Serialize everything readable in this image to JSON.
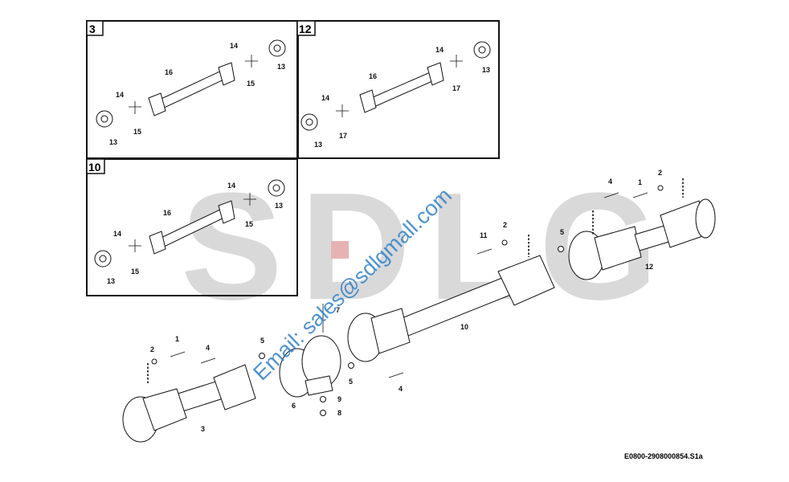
{
  "watermark": {
    "logo": "SDLG",
    "email": "Email: sales@sdlgmall.com"
  },
  "panels": [
    {
      "id": "panel-3",
      "number": "3",
      "labels": [
        "14",
        "16",
        "15",
        "13",
        "14",
        "15",
        "13"
      ]
    },
    {
      "id": "panel-12",
      "number": "12",
      "labels": [
        "14",
        "16",
        "17",
        "13",
        "14",
        "17",
        "13"
      ]
    },
    {
      "id": "panel-10",
      "number": "10",
      "labels": [
        "14",
        "16",
        "15",
        "13",
        "14",
        "15",
        "13"
      ]
    }
  ],
  "callouts": [
    "1",
    "2",
    "4",
    "1",
    "2",
    "5",
    "11",
    "2",
    "12",
    "7",
    "5",
    "10",
    "4",
    "5",
    "9",
    "8",
    "6",
    "3"
  ],
  "figure_code": "E0800-2908000854.S1a",
  "colors": {
    "watermark_blue": "#2f80c8",
    "logo_grey": "#d9d9d9",
    "seal_red": "#e6b3b3"
  }
}
